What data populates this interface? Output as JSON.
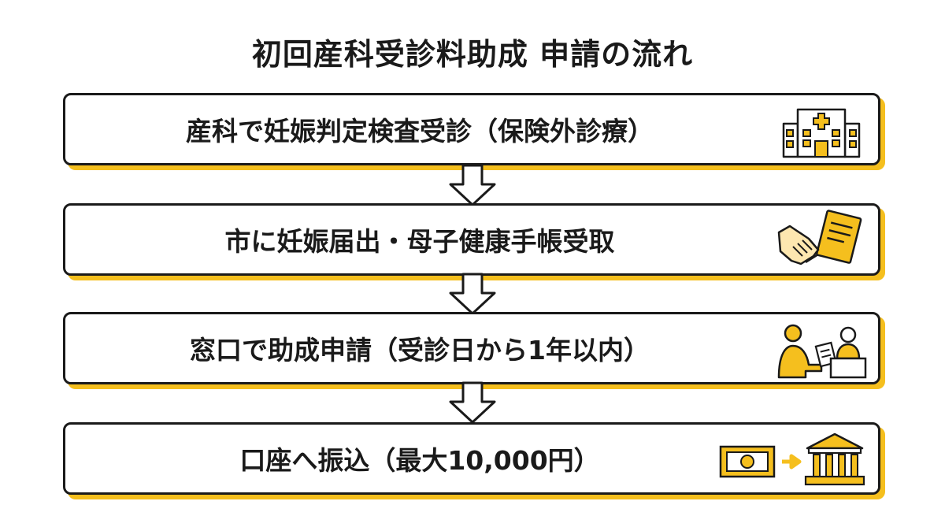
{
  "title": "初回産科受診料助成 申請の流れ",
  "steps": [
    {
      "label": "産科で妊娠判定検査受診（保険外診療）",
      "icon": "hospital-icon"
    },
    {
      "label": "市に妊娠届出・母子健康手帳受取",
      "icon": "handshake-document-icon"
    },
    {
      "label": "窓口で助成申請（受診日から1年以内）",
      "icon": "reception-counter-icon"
    },
    {
      "label": "口座へ振込（最大10,000円）",
      "icon": "money-to-bank-icon"
    }
  ],
  "colors": {
    "accent": "#f5bf1e",
    "ink": "#1a1a1a"
  }
}
